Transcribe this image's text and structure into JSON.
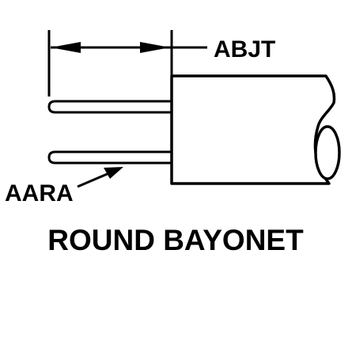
{
  "labels": {
    "length_callout": "ABJT",
    "pin_callout": "AARA",
    "caption": "ROUND BAYONET"
  },
  "colors": {
    "ink": "#000000",
    "background": "#ffffff"
  }
}
